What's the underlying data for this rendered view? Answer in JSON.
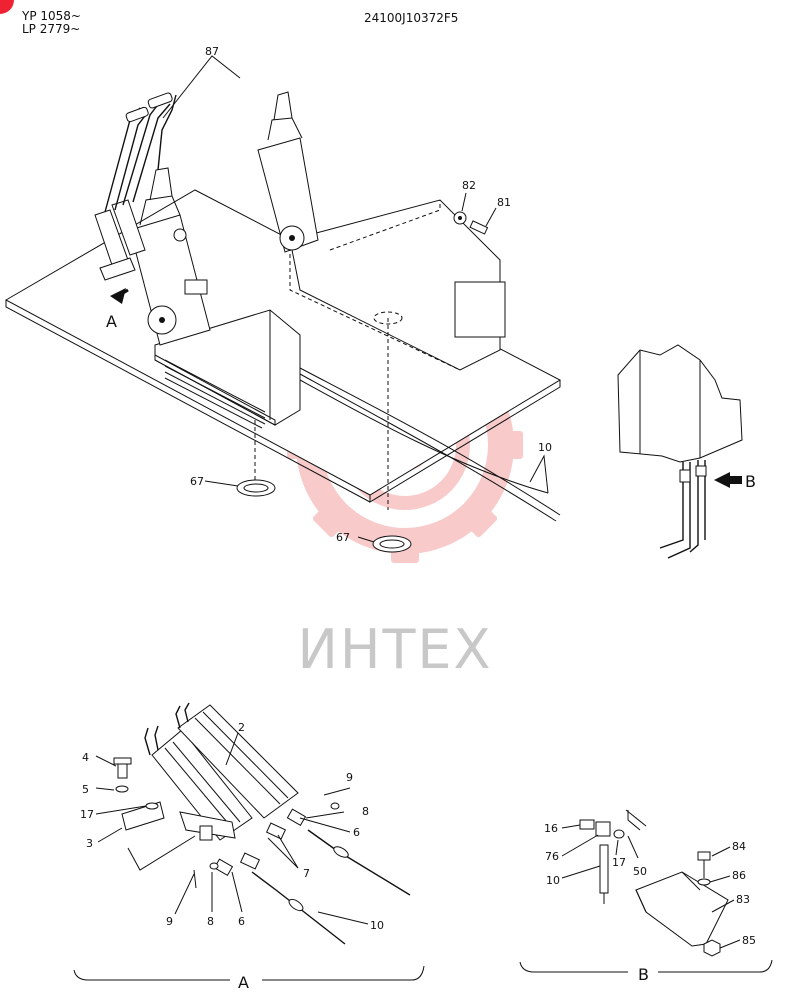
{
  "header": {
    "model_line_1": "YP 1058~",
    "model_line_2": "LP 2779~",
    "drawing_number": "24100J10372F5"
  },
  "watermark": {
    "text": "ИНТЕХ",
    "color": "#e64545"
  },
  "view_letters": {
    "a": "A",
    "b": "B"
  },
  "callouts": {
    "c87": "87",
    "c82": "82",
    "c81": "81",
    "c10": "10",
    "c67a": "67",
    "c67b": "67",
    "c2": "2",
    "c4": "4",
    "c5": "5",
    "c17a": "17",
    "c3": "3",
    "c9a": "9",
    "c8a": "8",
    "c6a": "6",
    "c7": "7",
    "c9b": "9",
    "c8b": "8",
    "c6b": "6",
    "c10b": "10",
    "c16": "16",
    "c76": "76",
    "c10c": "10",
    "c17b": "17",
    "c50": "50",
    "c84": "84",
    "c86": "86",
    "c83": "83",
    "c85": "85"
  },
  "section_labels": {
    "a": "A",
    "b": "B"
  }
}
